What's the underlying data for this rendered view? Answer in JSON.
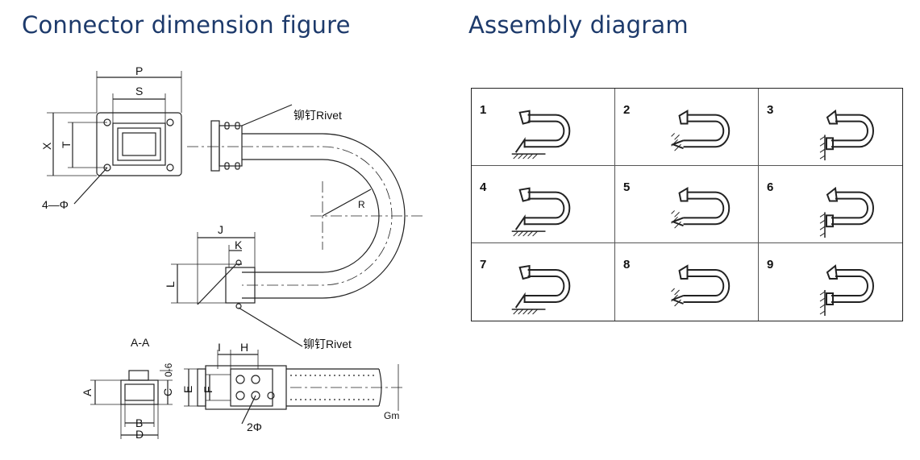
{
  "headings": {
    "left": "Connector dimension figure",
    "right": "Assembly diagram"
  },
  "dimension_labels": {
    "P": "P",
    "S": "S",
    "X": "X",
    "T": "T",
    "holes": "4—Φ",
    "rivet_top": "铆钉Rivet",
    "rivet_bottom": "铆钉Rivet",
    "R": "R",
    "J": "J",
    "K": "K",
    "L": "L",
    "section": "A-A",
    "zero_six": "0-6",
    "A": "A",
    "C": "C",
    "B": "B",
    "D": "D",
    "I": "I",
    "H": "H",
    "E": "E",
    "F": "F",
    "two_phi": "2Φ",
    "Gm": "Gm"
  },
  "assembly": {
    "cells": [
      {
        "number": "1",
        "variant": "A"
      },
      {
        "number": "2",
        "variant": "B"
      },
      {
        "number": "3",
        "variant": "C"
      },
      {
        "number": "4",
        "variant": "A"
      },
      {
        "number": "5",
        "variant": "B"
      },
      {
        "number": "6",
        "variant": "C"
      },
      {
        "number": "7",
        "variant": "A"
      },
      {
        "number": "8",
        "variant": "B"
      },
      {
        "number": "9",
        "variant": "C"
      }
    ]
  }
}
